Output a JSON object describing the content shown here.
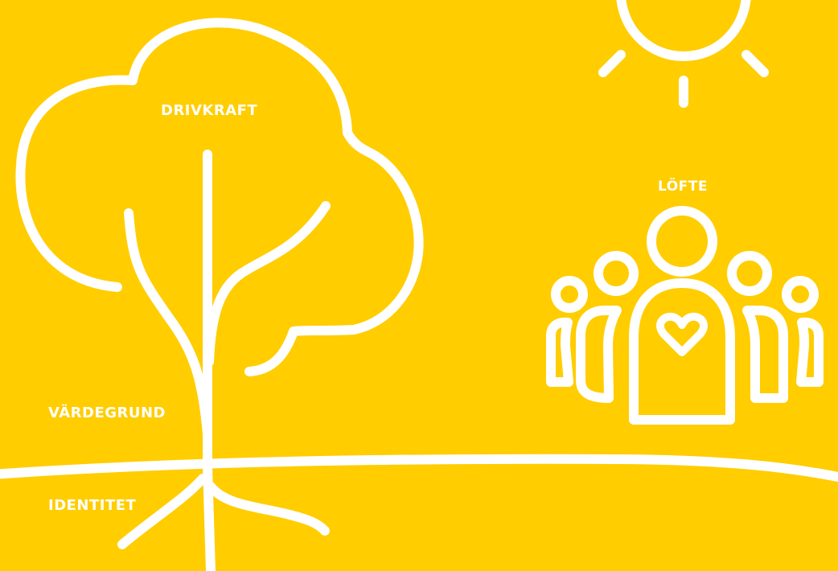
{
  "labels": {
    "drivkraft": "DRIVKRAFT",
    "lofte": "LÖFTE",
    "vardegrund": "VÄRDEGRUND",
    "identitet": "IDENTITET"
  },
  "colors": {
    "background": "#FFCD00",
    "line": "#FFFFFF",
    "text": "#FFFFFF"
  },
  "icons": [
    "tree-icon",
    "sun-icon",
    "people-group-icon",
    "heart-icon",
    "ground-line",
    "roots-icon"
  ]
}
